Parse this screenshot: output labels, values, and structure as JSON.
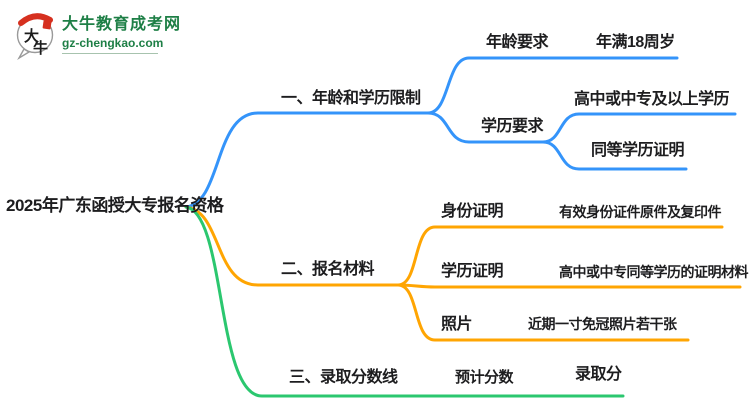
{
  "logo": {
    "title": "大牛教育成考网",
    "url": "gz-chengkao.com",
    "badge_top": "大",
    "badge_bottom": "牛"
  },
  "root": {
    "label": "2025年广东函授大专报名资格"
  },
  "colors": {
    "c1": "#3494fa",
    "c2": "#ffa502",
    "c3": "#2bc76f",
    "ink": "#1d1d1f",
    "logo": "#1e7f46",
    "seal": "#d6301f"
  },
  "branches": [
    {
      "label": "一、年龄和学历限制",
      "children": [
        {
          "label": "年龄要求",
          "children": [
            {
              "label": "年满18周岁"
            }
          ]
        },
        {
          "label": "学历要求",
          "children": [
            {
              "label": "高中或中专及以上学历"
            },
            {
              "label": "同等学历证明"
            }
          ]
        }
      ]
    },
    {
      "label": "二、报名材料",
      "children": [
        {
          "label": "身份证明",
          "children": [
            {
              "label": "有效身份证件原件及复印件"
            }
          ]
        },
        {
          "label": "学历证明",
          "children": [
            {
              "label": "高中或中专同等学历的证明材料"
            }
          ]
        },
        {
          "label": "照片",
          "children": [
            {
              "label": "近期一寸免冠照片若干张"
            }
          ]
        }
      ]
    },
    {
      "label": "三、录取分数线",
      "children": [
        {
          "label": "预计分数",
          "children": [
            {
              "label": "录取分"
            }
          ]
        }
      ]
    }
  ]
}
